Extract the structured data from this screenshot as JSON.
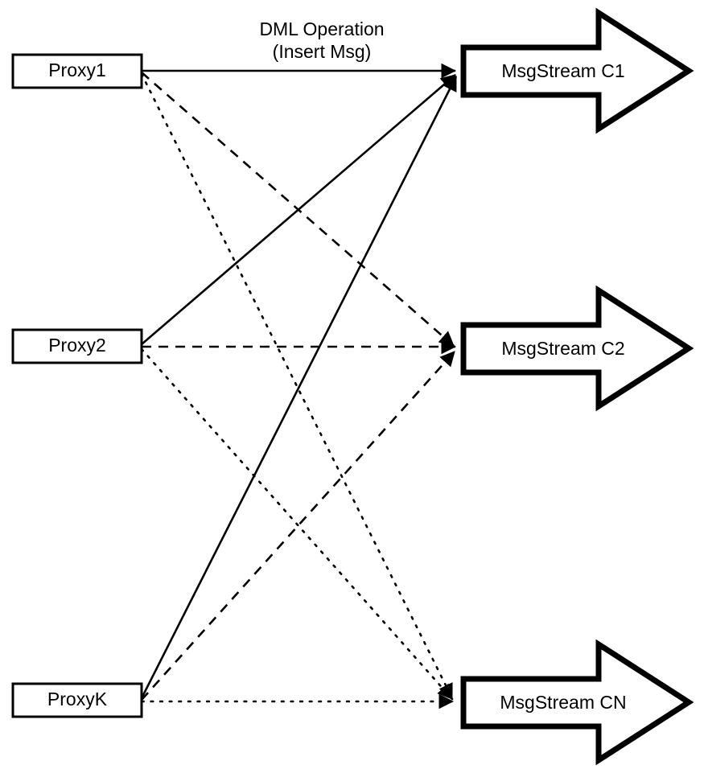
{
  "diagram": {
    "title_label": {
      "line1": "DML Operation",
      "line2": "(Insert Msg)"
    },
    "producers": [
      {
        "id": "proxy1",
        "label": "Proxy1"
      },
      {
        "id": "proxy2",
        "label": "Proxy2"
      },
      {
        "id": "proxyk",
        "label": "ProxyK"
      }
    ],
    "streams": [
      {
        "id": "c1",
        "label": "MsgStream C1"
      },
      {
        "id": "c2",
        "label": "MsgStream C2"
      },
      {
        "id": "cn",
        "label": "MsgStream CN"
      }
    ],
    "connections": [
      {
        "from": "proxy1",
        "to": "c1",
        "style": "solid"
      },
      {
        "from": "proxy1",
        "to": "c2",
        "style": "dashed"
      },
      {
        "from": "proxy1",
        "to": "cn",
        "style": "dotted"
      },
      {
        "from": "proxy2",
        "to": "c1",
        "style": "solid"
      },
      {
        "from": "proxy2",
        "to": "c2",
        "style": "dashed"
      },
      {
        "from": "proxy2",
        "to": "cn",
        "style": "dotted"
      },
      {
        "from": "proxyk",
        "to": "c1",
        "style": "solid"
      },
      {
        "from": "proxyk",
        "to": "c2",
        "style": "dashed"
      },
      {
        "from": "proxyk",
        "to": "cn",
        "style": "dotted"
      }
    ],
    "colors": {
      "stroke": "#000000",
      "fill": "#ffffff",
      "text": "#000000"
    }
  }
}
